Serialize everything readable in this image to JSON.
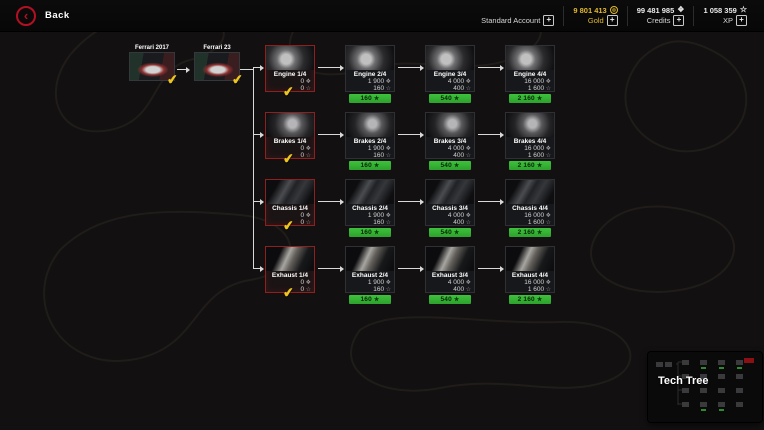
{
  "header": {
    "back_label": "Back",
    "account": {
      "label": "Standard Account"
    },
    "gold": {
      "value": "9 801 413",
      "label": "Gold"
    },
    "credits": {
      "value": "99 481 985",
      "label": "Credits"
    },
    "xp": {
      "value": "1 058 359",
      "label": "XP"
    }
  },
  "icons": {
    "back_chevron": "‹",
    "gold_coin": "coin-icon",
    "credits_chip": "❖",
    "xp_star": "☆",
    "badge_star": "★",
    "check": "✔",
    "plus": "+"
  },
  "colors": {
    "accent_red": "#b40f23",
    "gold": "#e3b92c",
    "upgrade_green": "#35b234",
    "owned_border_red": "#8f2020",
    "check_yellow": "#ecc51f"
  },
  "tree": {
    "parents": [
      {
        "label": "Ferrari 2017",
        "completed": true
      },
      {
        "label": "Ferrari 23",
        "completed": true
      }
    ],
    "rows": [
      {
        "category": "Engine",
        "tiers": [
          {
            "label": "Engine 1/4",
            "credits": "0",
            "xp": "0",
            "owned": true
          },
          {
            "label": "Engine 2/4",
            "credits": "1 900",
            "xp": "160",
            "badge": "160"
          },
          {
            "label": "Engine 3/4",
            "credits": "4 000",
            "xp": "400",
            "badge": "540"
          },
          {
            "label": "Engine 4/4",
            "credits": "16 000",
            "xp": "1 600",
            "badge": "2 160"
          }
        ]
      },
      {
        "category": "Brakes",
        "tiers": [
          {
            "label": "Brakes 1/4",
            "credits": "0",
            "xp": "0",
            "owned": true
          },
          {
            "label": "Brakes 2/4",
            "credits": "1 900",
            "xp": "160",
            "badge": "160"
          },
          {
            "label": "Brakes 3/4",
            "credits": "4 000",
            "xp": "400",
            "badge": "540"
          },
          {
            "label": "Brakes 4/4",
            "credits": "16 000",
            "xp": "1 600",
            "badge": "2 160"
          }
        ]
      },
      {
        "category": "Chassis",
        "tiers": [
          {
            "label": "Chassis 1/4",
            "credits": "0",
            "xp": "0",
            "owned": true
          },
          {
            "label": "Chassis 2/4",
            "credits": "1 900",
            "xp": "160",
            "badge": "160"
          },
          {
            "label": "Chassis 3/4",
            "credits": "4 000",
            "xp": "400",
            "badge": "540"
          },
          {
            "label": "Chassis 4/4",
            "credits": "16 000",
            "xp": "1 600",
            "badge": "2 160"
          }
        ]
      },
      {
        "category": "Exhaust",
        "tiers": [
          {
            "label": "Exhaust 1/4",
            "credits": "0",
            "xp": "0",
            "owned": true
          },
          {
            "label": "Exhaust 2/4",
            "credits": "1 900",
            "xp": "160",
            "badge": "160"
          },
          {
            "label": "Exhaust 3/4",
            "credits": "4 000",
            "xp": "400",
            "badge": "540"
          },
          {
            "label": "Exhaust 4/4",
            "credits": "16 000",
            "xp": "1 600",
            "badge": "2 160"
          }
        ]
      }
    ]
  },
  "minimap": {
    "label": "Tech Tree"
  }
}
